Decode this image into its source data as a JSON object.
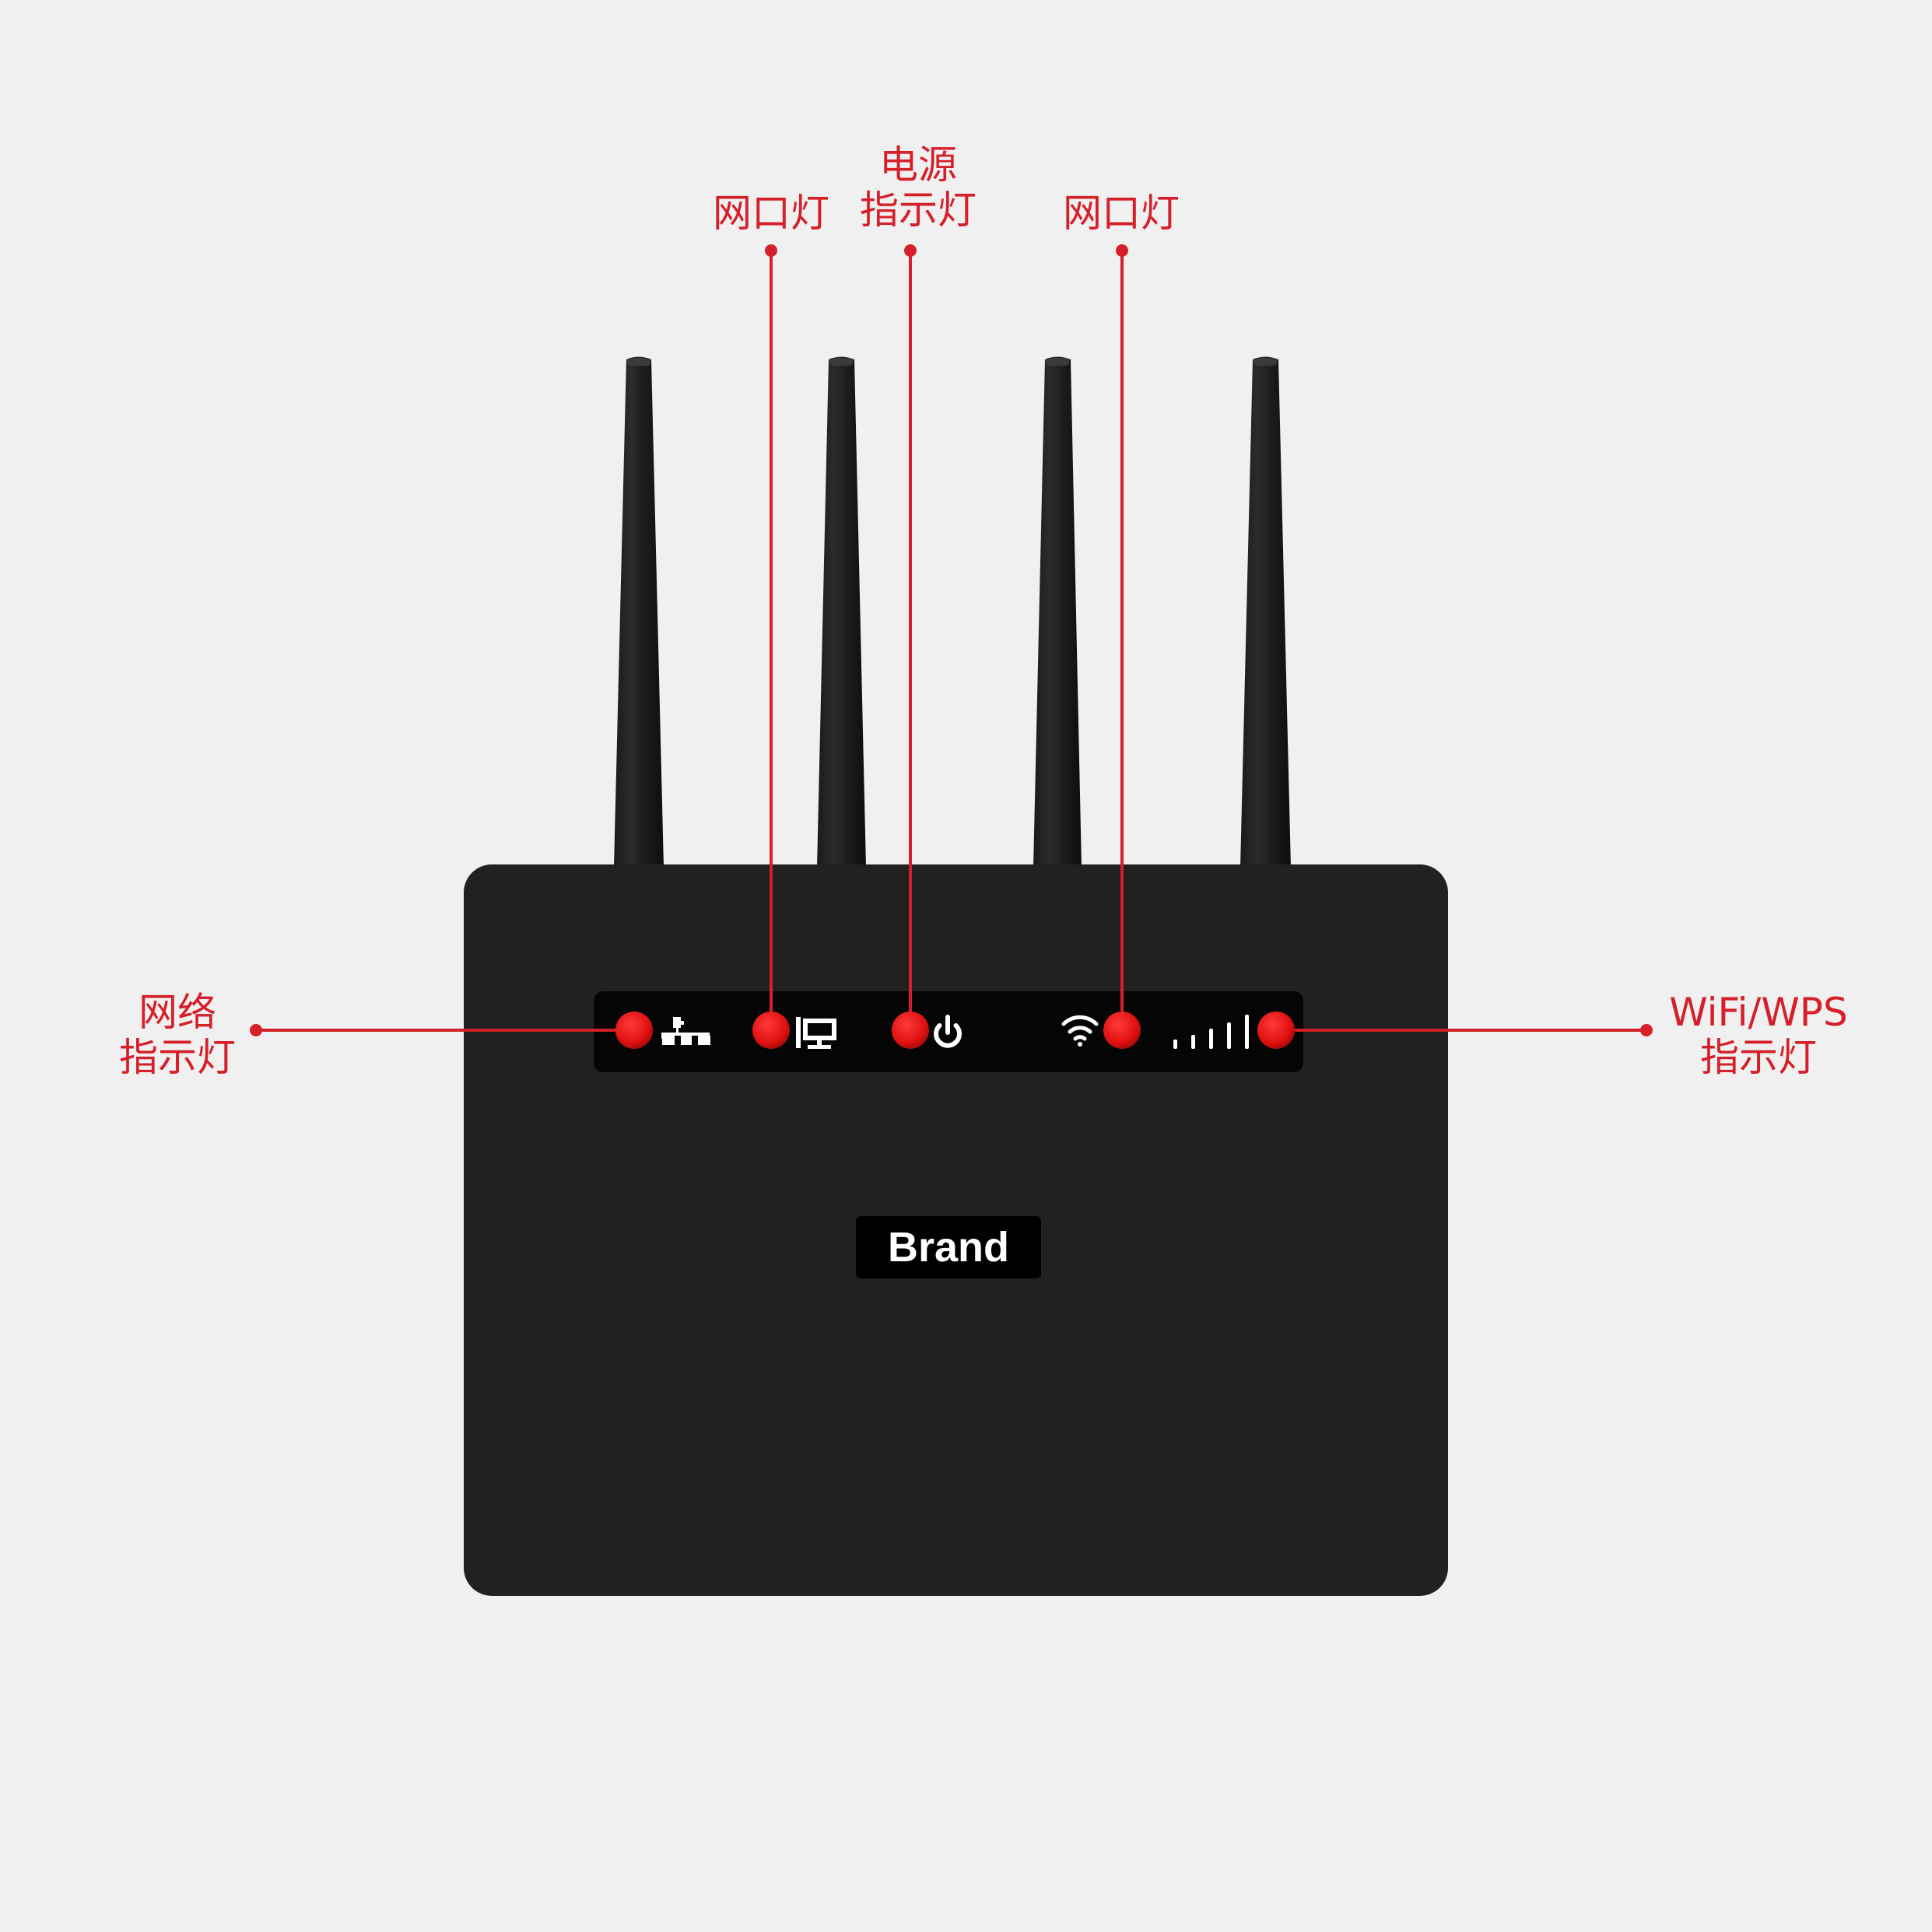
{
  "brand": "Brand",
  "colors": {
    "background": "#f0f0f0",
    "router_body": "#212123",
    "panel": "#050505",
    "accent_red": "#d51f29",
    "icon": "#ffffff"
  },
  "callouts": {
    "lan_left": {
      "line1": "网口灯"
    },
    "power": {
      "line1": "电源",
      "line2": "指示灯"
    },
    "lan_right": {
      "line1": "网口灯"
    },
    "network": {
      "line1": "网络",
      "line2": "指示灯"
    },
    "wifi_wps": {
      "line1": "WiFi/WPS",
      "line2": "指示灯"
    }
  },
  "icons": {
    "network": "network-topology-icon",
    "lan": "monitor-icon",
    "power": "power-icon",
    "wifi": "wifi-icon",
    "signal": "signal-bars-icon"
  }
}
